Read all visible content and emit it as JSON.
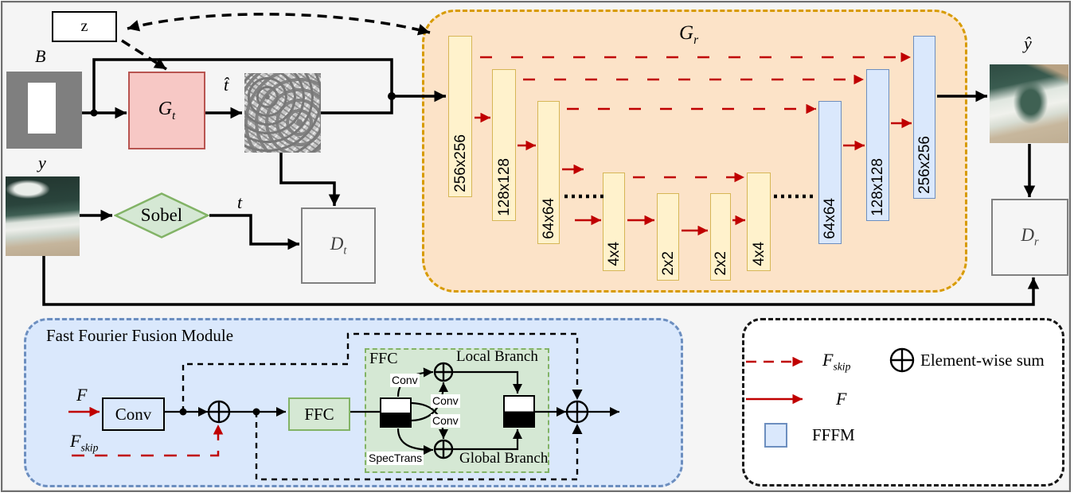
{
  "colors": {
    "bg": "#f5f5f5",
    "frame_border": "#6f6f6f",
    "pink_fill": "#f7c8c5",
    "pink_border": "#b85450",
    "green_fill": "#d5e8d4",
    "green_border": "#82b366",
    "orange_fill": "#fce3c8",
    "orange_border": "#d79b00",
    "yellow_fill": "#fff2cc",
    "yellow_border": "#d6b656",
    "blue_fill": "#dae8fc",
    "blue_border": "#6c8ebf",
    "red_arrow": "#c00000",
    "gray_box_border": "#808080"
  },
  "nodes": {
    "z": "z",
    "b": "B",
    "g_t": {
      "base": "G",
      "sub": "t"
    },
    "t_hat": "t̂",
    "y": "y",
    "sobel": "Sobel",
    "t": "t",
    "d_t": {
      "base": "D",
      "sub": "t"
    },
    "g_r": {
      "base": "G",
      "sub": "r"
    },
    "y_hat": "ŷ",
    "d_r": {
      "base": "D",
      "sub": "r"
    }
  },
  "gr_bars": {
    "encoder": [
      "256x256",
      "128x128",
      "64x64",
      "4x4",
      "2x2",
      "2x2",
      "4x4"
    ],
    "decoder": [
      "64x64",
      "128x128",
      "256x256"
    ]
  },
  "fffm": {
    "title": "Fast Fourier Fusion Module",
    "f": "F",
    "f_skip": {
      "base": "F",
      "sub": "skip"
    },
    "conv": "Conv",
    "ffc": "FFC",
    "detail": {
      "ffc": "FFC",
      "local_branch": "Local Branch",
      "global_branch": "Global Branch",
      "conv_top": "Conv",
      "conv_mid1": "Conv",
      "conv_mid2": "Conv",
      "spectrans": "SpecTrans"
    }
  },
  "legend": {
    "f_skip": {
      "base": "F",
      "sub": "skip"
    },
    "sum": "Element-wise sum",
    "f": "F",
    "fffm": "FFFM"
  }
}
